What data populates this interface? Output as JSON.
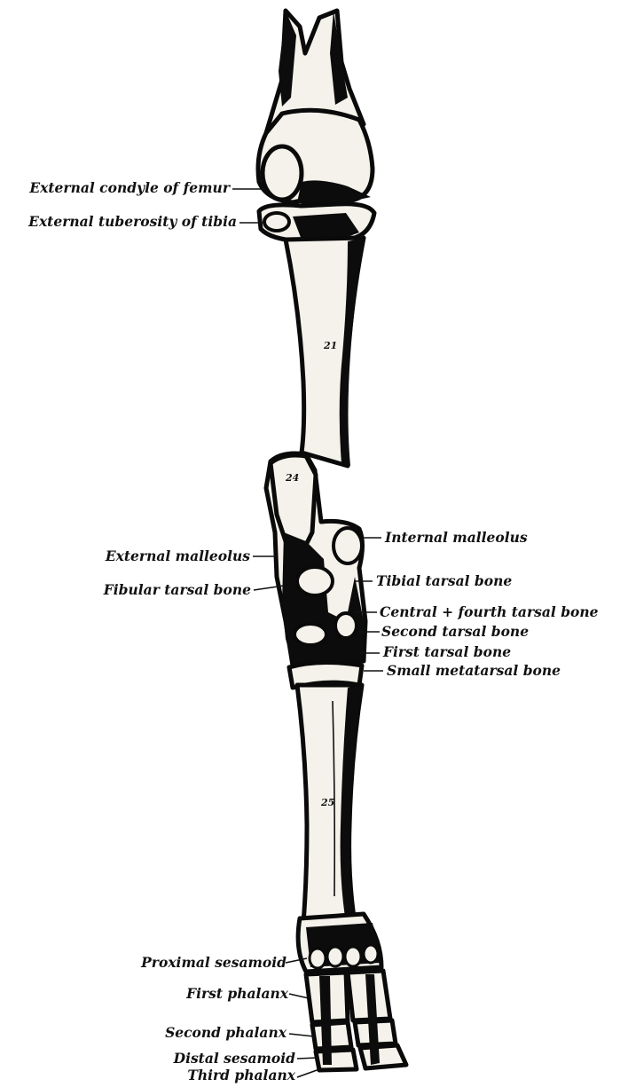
{
  "figure": {
    "labels": {
      "external_condyle_of_femur": "External condyle of femur",
      "external_tuberosity_of_tibia": "External tuberosity of tibia",
      "external_malleolus": "External malleolus",
      "fibular_tarsal_bone": "Fibular tarsal bone",
      "internal_malleolus": "Internal malleolus",
      "tibial_tarsal_bone": "Tibial tarsal bone",
      "central_fourth_tarsal_bone": "Central + fourth tarsal bone",
      "second_tarsal_bone": "Second tarsal bone",
      "first_tarsal_bone": "First tarsal bone",
      "small_metatarsal_bone": "Small metatarsal bone",
      "proximal_sesamoid": "Proximal sesamoid",
      "first_phalanx": "First phalanx",
      "second_phalanx": "Second phalanx",
      "distal_sesamoid": "Distal sesamoid",
      "third_phalanx": "Third phalanx"
    },
    "numerals": {
      "tibia": "21",
      "fibular_tarsal": "24",
      "metatarsal": "25"
    }
  }
}
